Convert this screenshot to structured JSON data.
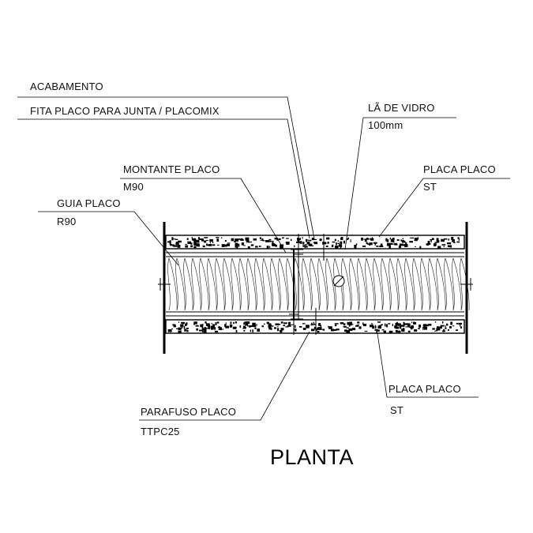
{
  "title": "PLANTA",
  "labels": {
    "acabamento": "ACABAMENTO",
    "fita": "FITA PLACO PARA JUNTA / PLACOMIX",
    "la_vidro": "LÃ DE VIDRO",
    "la_vidro_spec": "100mm",
    "montante": "MONTANTE PLACO",
    "montante_spec": "M90",
    "placa_top": "PLACA PLACO",
    "placa_top_spec": "ST",
    "guia": "GUIA PLACO",
    "guia_spec": "R90",
    "placa_bottom": "PLACA PLACO",
    "placa_bottom_spec": "ST",
    "parafuso": "PARAFUSO PLACO",
    "parafuso_spec": "TTPC25"
  }
}
